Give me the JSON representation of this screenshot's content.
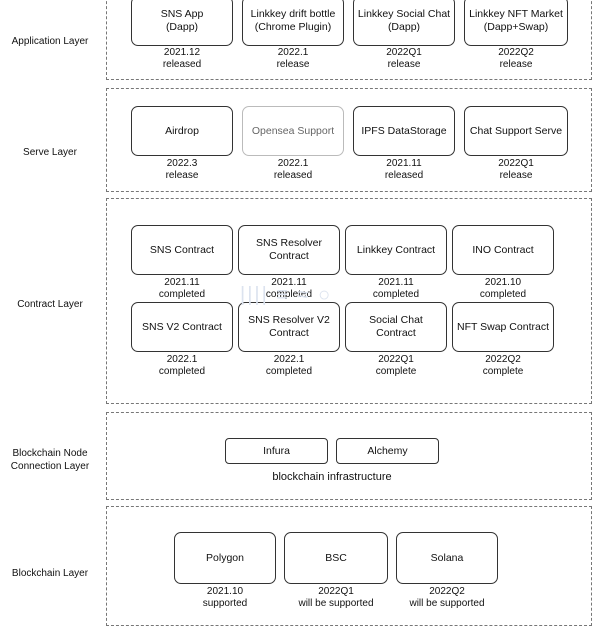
{
  "layers": [
    {
      "label": "Application Layer"
    },
    {
      "label": "Serve Layer"
    },
    {
      "label": "Contract Layer"
    },
    {
      "label": "Blockchain Node\nConnection Layer"
    },
    {
      "label": "Blockchain Layer"
    }
  ],
  "application": [
    {
      "title": "SNS App\n(Dapp)",
      "date": "2021.12",
      "status": "released"
    },
    {
      "title": "Linkkey drift bottle\n(Chrome Plugin)",
      "date": "2022.1",
      "status": "release"
    },
    {
      "title": "Linkkey Social Chat\n(Dapp)",
      "date": "2022Q1",
      "status": "release"
    },
    {
      "title": "Linkkey NFT Market\n(Dapp+Swap)",
      "date": "2022Q2",
      "status": "release"
    }
  ],
  "serve": [
    {
      "title": "Airdrop",
      "date": "2022.3",
      "status": "release"
    },
    {
      "title": "Opensea Support",
      "date": "2022.1",
      "status": "released"
    },
    {
      "title": "IPFS DataStorage",
      "date": "2021.11",
      "status": "released"
    },
    {
      "title": "Chat Support Serve",
      "date": "2022Q1",
      "status": "release"
    }
  ],
  "contract": [
    {
      "title": "SNS Contract",
      "date": "2021.11",
      "status": "completed"
    },
    {
      "title": "SNS Resolver\nContract",
      "date": "2021.11",
      "status": "completed"
    },
    {
      "title": "Linkkey Contract",
      "date": "2021.11",
      "status": "completed"
    },
    {
      "title": "INO Contract",
      "date": "2021.10",
      "status": "completed"
    },
    {
      "title": "SNS V2 Contract",
      "date": "2022.1",
      "status": "completed"
    },
    {
      "title": "SNS Resolver V2\nContract",
      "date": "2022.1",
      "status": "completed"
    },
    {
      "title": "Social Chat Contract",
      "date": "2022Q1",
      "status": "complete"
    },
    {
      "title": "NFT Swap Contract",
      "date": "2022Q2",
      "status": "complete"
    }
  ],
  "node": {
    "items": [
      {
        "title": "Infura"
      },
      {
        "title": "Alchemy"
      }
    ],
    "caption": "blockchain infrastructure"
  },
  "chain": [
    {
      "title": "Polygon",
      "date": "2021.10",
      "status": "supported"
    },
    {
      "title": "BSC",
      "date": "2022Q1",
      "status": "will be supported"
    },
    {
      "title": "Solana",
      "date": "2022Q2",
      "status": "will be supported"
    }
  ]
}
